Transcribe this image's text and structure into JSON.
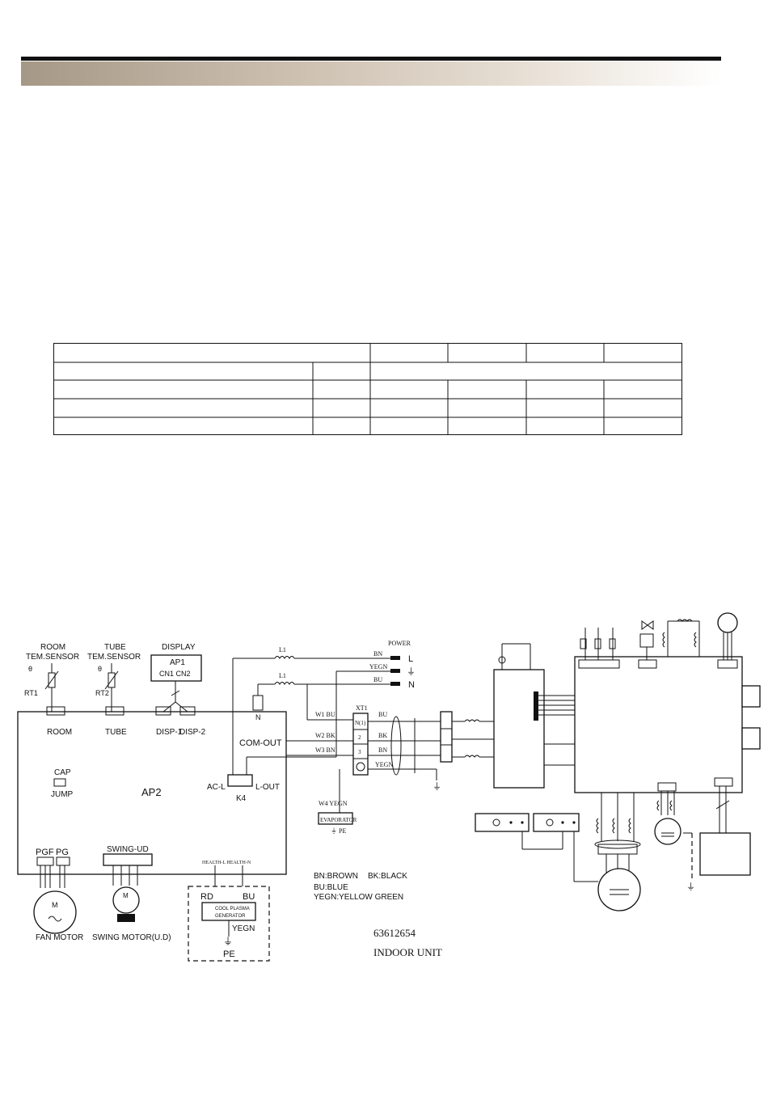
{
  "header": {
    "band_colors": [
      "#a69886",
      "#ffffff"
    ]
  },
  "table": {
    "rows": 5,
    "cells": []
  },
  "diagram": {
    "labels": {
      "room_sensor": [
        "ROOM",
        "TEM.SENSOR"
      ],
      "tube_sensor": [
        "TUBE",
        "TEM.SENSOR"
      ],
      "display": "DISPLAY",
      "ap1": "AP1",
      "cn1_cn2": "CN1 CN2",
      "rt1": "RT1",
      "rt2": "RT2",
      "theta": "θ",
      "room": "ROOM",
      "tube": "TUBE",
      "disp1": "DISP-1",
      "disp2": "DISP-2",
      "com_out": "COM-OUT",
      "n": "N",
      "cap": "CAP",
      "jump": "JUMP",
      "ap2": "AP2",
      "ac_l": "AC-L",
      "l_out": "L-OUT",
      "k4": "K4",
      "pgf": "PGF",
      "pg": "PG",
      "swing_ud": "SWING-UD",
      "health": "HEALTH-L  HEALTH-N",
      "fan_motor": "FAN MOTOR",
      "swing_motor": "SWING MOTOR(U.D)",
      "m": "M",
      "rd": "RD",
      "bu": "BU",
      "cool_plasma": [
        "COOL PLASMA",
        "GENERATOR"
      ],
      "yegn": "YEGN",
      "pe": "PE",
      "l1": "L1",
      "power": "POWER",
      "power_wires": [
        "BN",
        "YEGN",
        "BU"
      ],
      "power_terms": [
        "L",
        "⏚",
        "N"
      ],
      "w1": "W1 BU",
      "w2": "W2 BK",
      "w3": "W3 BN",
      "w4": "W4 YEGN",
      "xt1": "XT1",
      "xt_terms": [
        "N(1)",
        "2",
        "3"
      ],
      "xt_wires": [
        "BU",
        "BK",
        "BN",
        "YEGN"
      ],
      "evaporator": "EVAPORATOR",
      "pe_evap": "⏚ PE",
      "legend": [
        "BN:BROWN",
        "BK:BLACK",
        "BU:BLUE",
        "YEGN:YELLOW GREEN"
      ],
      "part_no": "63612654",
      "unit": "INDOOR UNIT"
    }
  }
}
